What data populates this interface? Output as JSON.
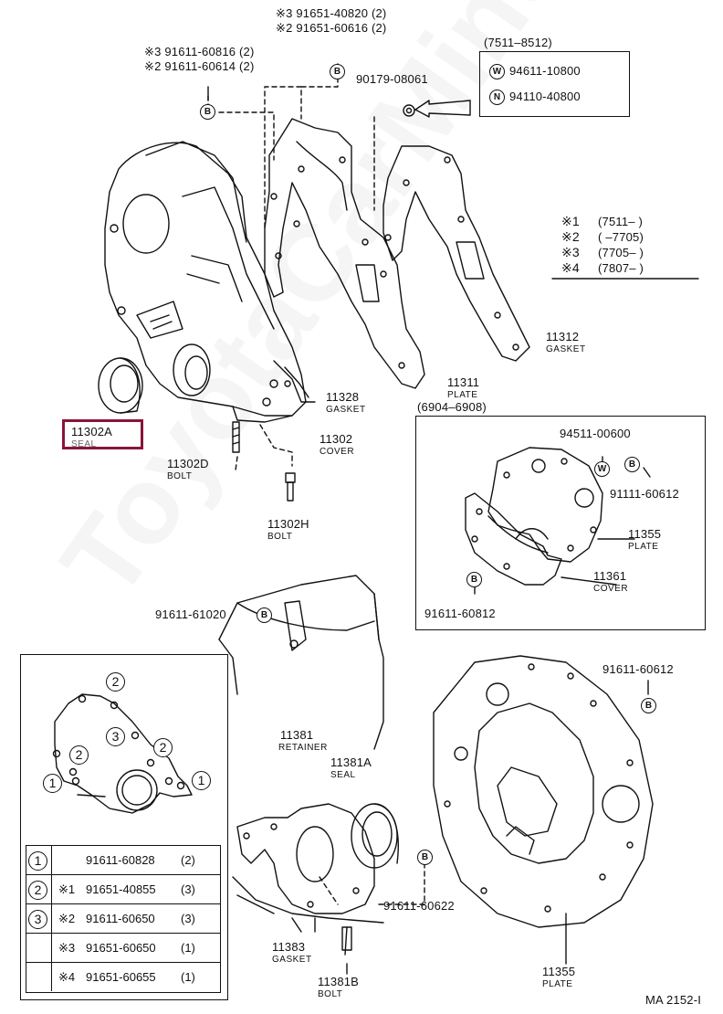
{
  "watermark": "ToyotaCarMine.ru",
  "labels": {
    "p91651_40820": "※3 91651-40820 (2)",
    "p91651_60616": "※2 91651-60616 (2)",
    "p91611_60816": "※3 91611-60816 (2)",
    "p91611_60614": "※2 91611-60614 (2)",
    "p90179": "90179-08061",
    "range_top": "(7511–8512)",
    "w_part": "94611-10800",
    "n_part": "94110-40800",
    "w_sym": "W",
    "n_sym": "N",
    "b_sym": "B",
    "notes": [
      {
        "mark": "※1",
        "text": "(7511–     )"
      },
      {
        "mark": "※2",
        "text": "(     –7705)"
      },
      {
        "mark": "※3",
        "text": "(7705–     )"
      },
      {
        "mark": "※4",
        "text": "(7807–     )"
      }
    ],
    "p11312": "11312",
    "p11312_sub": "GASKET",
    "p11311": "11311",
    "p11311_sub": "PLATE",
    "p11328": "11328",
    "p11328_sub": "GASKET",
    "p11302": "11302",
    "p11302_sub": "COVER",
    "p11302A": "11302A",
    "p11302A_sub": "SEAL",
    "p11302D": "11302D",
    "p11302D_sub": "BOLT",
    "p11302H": "11302H",
    "p11302H_sub": "BOLT",
    "range_mid": "(6904–6908)",
    "p94511": "94511-00600",
    "p91111": "91111-60612",
    "p11355a": "11355",
    "p11355a_sub": "PLATE",
    "p11361": "11361",
    "p11361_sub": "COVER",
    "p91611_60812": "91611-60812",
    "p91611_61020": "91611-61020",
    "p91611_60612": "91611-60612",
    "p11381": "11381",
    "p11381_sub": "RETAINER",
    "p11381A": "11381A",
    "p11381A_sub": "SEAL",
    "p91611_60622": "91611-60622",
    "p11383": "11383",
    "p11383_sub": "GASKET",
    "p11381B": "11381B",
    "p11381B_sub": "BOLT",
    "p11355b": "11355",
    "p11355b_sub": "PLATE",
    "code": "MA 2152-I"
  },
  "inset_marks": [
    "1",
    "2",
    "3"
  ],
  "table": [
    {
      "sym": "1",
      "mark": "",
      "part": "91611-60828",
      "qty": "(2)"
    },
    {
      "sym": "2",
      "mark": "※1",
      "part": "91651-40855",
      "qty": "(3)"
    },
    {
      "sym": "3",
      "mark": "※2",
      "part": "91611-60650",
      "qty": "(3)"
    },
    {
      "sym": "",
      "mark": "※3",
      "part": "91651-60650",
      "qty": "(1)"
    },
    {
      "sym": "",
      "mark": "※4",
      "part": "91651-60655",
      "qty": "(1)"
    }
  ],
  "colors": {
    "ink": "#111111",
    "highlight": "#8a1538"
  }
}
